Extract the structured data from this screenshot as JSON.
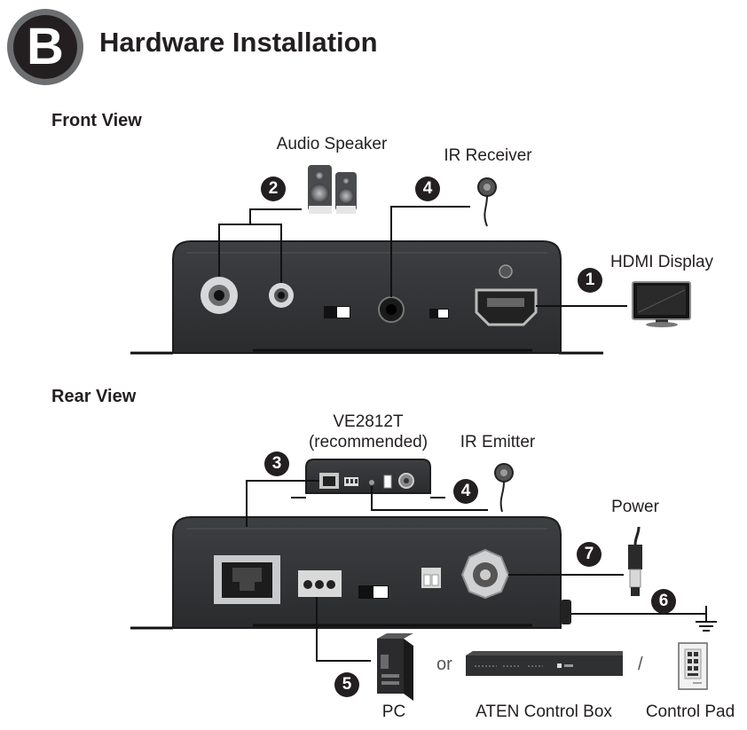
{
  "section": {
    "letter": "B",
    "title": "Hardware Installation"
  },
  "front_view": {
    "title": "Front View",
    "labels": {
      "audio_speaker": "Audio Speaker",
      "ir_receiver": "IR Receiver",
      "hdmi_display": "HDMI Display"
    },
    "numbers": {
      "audio": "2",
      "ir": "4",
      "hdmi": "1"
    }
  },
  "rear_view": {
    "title": "Rear View",
    "labels": {
      "transmitter": "VE2812T",
      "recommended": "(recommended)",
      "ir_emitter": "IR Emitter",
      "power": "Power",
      "pc": "PC",
      "or": "or",
      "separator": "/",
      "aten_control_box": "ATEN Control Box",
      "control_pad": "Control Pad"
    },
    "numbers": {
      "rj45": "3",
      "ir": "4",
      "power": "7",
      "ground": "6",
      "serial": "5"
    }
  },
  "colors": {
    "device_body": "#333436",
    "device_edge": "#1d1d1f",
    "badge": "#231f20",
    "letter_ring": "#6d6e70"
  }
}
